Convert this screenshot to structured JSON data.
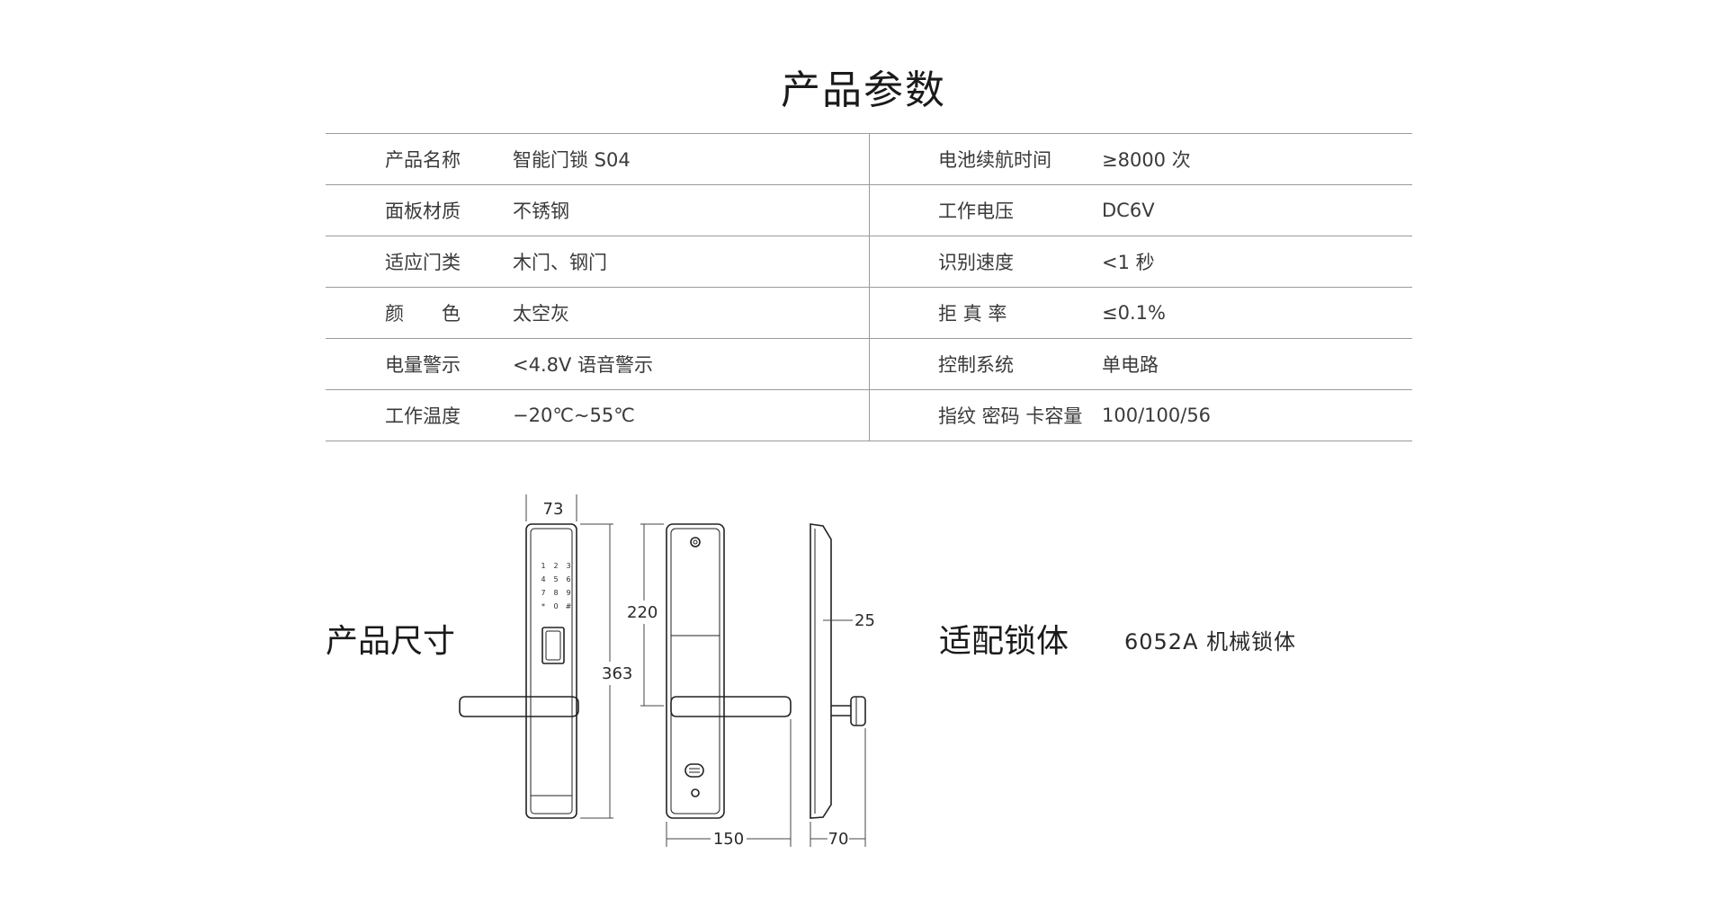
{
  "title": "产品参数",
  "specs": [
    {
      "left_label": "产品名称",
      "left_value": "智能门锁 S04",
      "right_label": "电池续航时间",
      "right_value": "≥8000 次"
    },
    {
      "left_label": "面板材质",
      "left_value": "不锈钢",
      "right_label": "工作电压",
      "right_value": "DC6V"
    },
    {
      "left_label": "适应门类",
      "left_value": "木门、钢门",
      "right_label": "识别速度",
      "right_value": "<1 秒"
    },
    {
      "left_label": "颜　　色",
      "left_value": "太空灰",
      "right_label": "拒 真 率",
      "right_value": "≤0.1%"
    },
    {
      "left_label": "电量警示",
      "left_value": "<4.8V 语音警示",
      "right_label": "控制系统",
      "right_value": "单电路"
    },
    {
      "left_label": "工作温度",
      "left_value": "−20℃~55℃",
      "right_label": "指纹 密码 卡容量",
      "right_value": "100/100/56"
    }
  ],
  "dimensions_section": {
    "label": "产品尺寸",
    "width": "73",
    "height": "363",
    "handle_offset": "220",
    "thickness": "25",
    "handle_length": "150",
    "handle_depth": "70",
    "keypad": [
      "1",
      "2",
      "3",
      "4",
      "5",
      "6",
      "7",
      "8",
      "9",
      "*",
      "0",
      "#"
    ]
  },
  "lock_body_section": {
    "label": "适配锁体",
    "value": "6052A 机械锁体"
  },
  "colors": {
    "line": "#9a9a9a",
    "text": "#333333",
    "drawing": "#222222"
  }
}
